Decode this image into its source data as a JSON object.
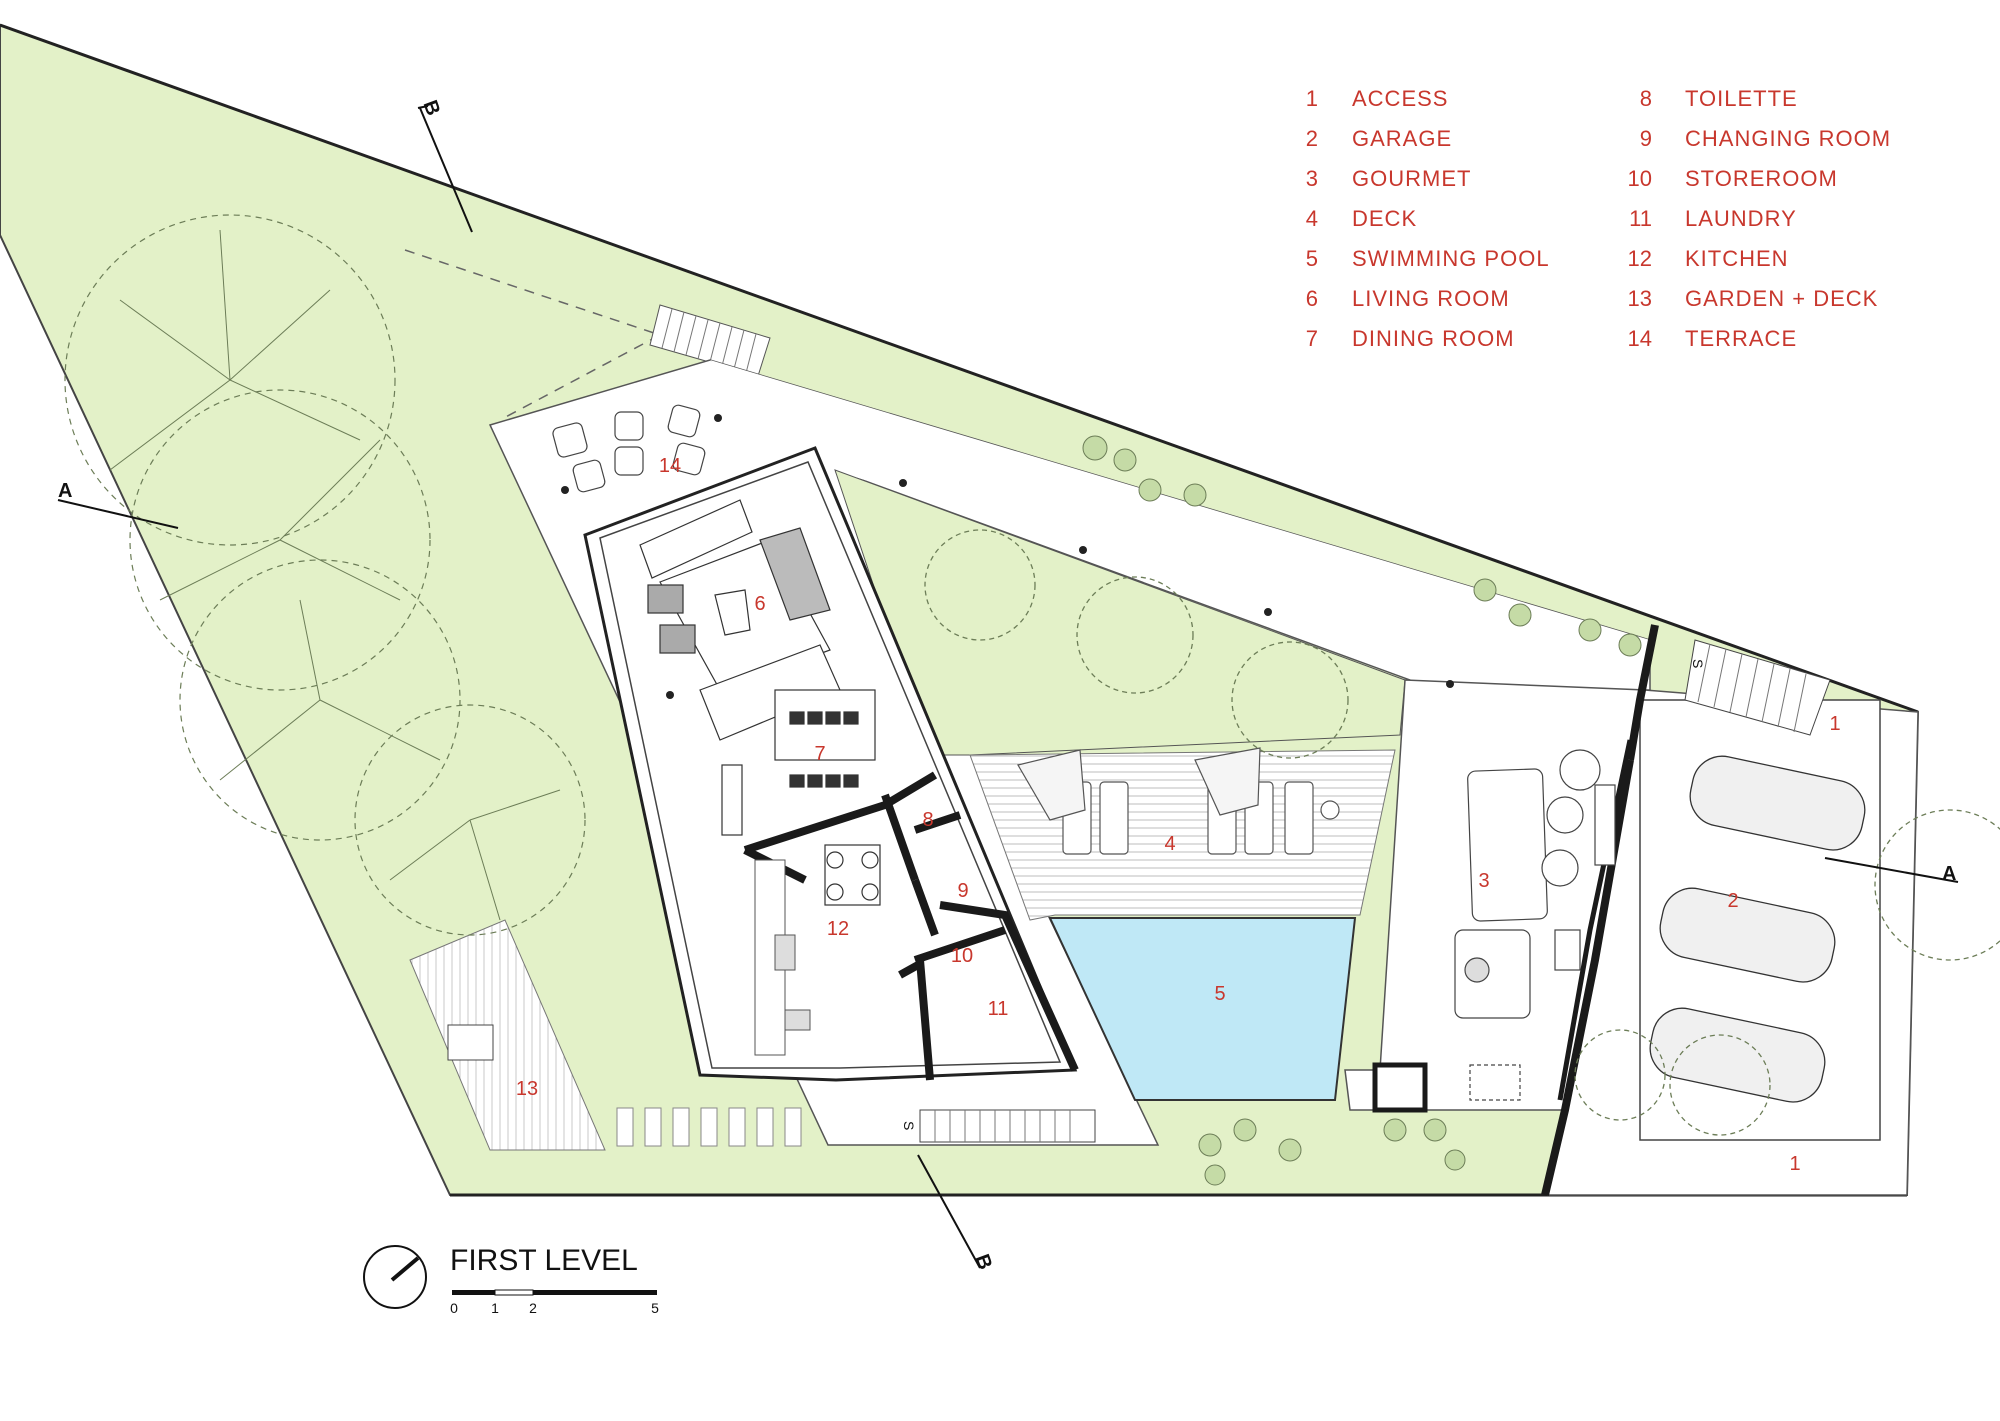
{
  "colors": {
    "grass": "#e3f1c8",
    "pool": "#bfe8f6",
    "label_red": "#c8372d",
    "wall": "#1a1a1a",
    "tree": "#6c7d57"
  },
  "legend": {
    "left": [
      {
        "num": "1",
        "label": "ACCESS"
      },
      {
        "num": "2",
        "label": "GARAGE"
      },
      {
        "num": "3",
        "label": "GOURMET"
      },
      {
        "num": "4",
        "label": "DECK"
      },
      {
        "num": "5",
        "label": "SWIMMING POOL"
      },
      {
        "num": "6",
        "label": "LIVING ROOM"
      },
      {
        "num": "7",
        "label": "DINING ROOM"
      }
    ],
    "right": [
      {
        "num": "8",
        "label": "TOILETTE"
      },
      {
        "num": "9",
        "label": "CHANGING ROOM"
      },
      {
        "num": "10",
        "label": "STOREROOM"
      },
      {
        "num": "11",
        "label": "LAUNDRY"
      },
      {
        "num": "12",
        "label": "KITCHEN"
      },
      {
        "num": "13",
        "label": "GARDEN + DECK"
      },
      {
        "num": "14",
        "label": "TERRACE"
      }
    ]
  },
  "rooms": [
    "1",
    "1",
    "2",
    "3",
    "4",
    "5",
    "6",
    "7",
    "8",
    "9",
    "10",
    "11",
    "12",
    "13",
    "14"
  ],
  "sections": {
    "a": "A",
    "b": "B"
  },
  "stair_marks": [
    "S",
    "S"
  ],
  "drawing_title": "FIRST LEVEL",
  "scale_bar": {
    "ticks": [
      "0",
      "1",
      "2",
      "5"
    ]
  }
}
